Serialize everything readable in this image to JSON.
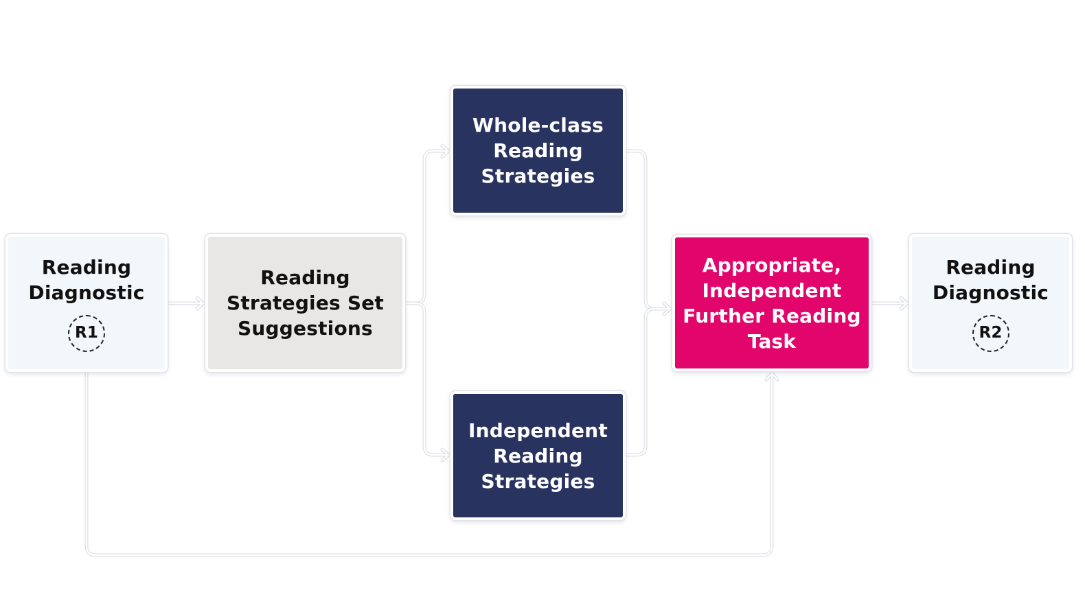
{
  "diagram": {
    "colors": {
      "connector": "#ffffff",
      "connector_outline": "#dcdfe6",
      "light_node": "#f2f7fb",
      "grey_node": "#e8e7e6",
      "navy_node": "#29335f",
      "pink_node": "#e2066c"
    },
    "nodes": {
      "diagnostic_start": {
        "label": "Reading\nDiagnostic",
        "badge": "R1"
      },
      "suggestions": {
        "label": "Reading\nStrategies Set\nSuggestions"
      },
      "whole_class": {
        "label": "Whole-class\nReading\nStrategies"
      },
      "independent": {
        "label": "Independent\nReading\nStrategies"
      },
      "further_task": {
        "label": "Appropriate,\nIndependent\nFurther Reading\nTask"
      },
      "diagnostic_end": {
        "label": "Reading\nDiagnostic",
        "badge": "R2"
      }
    },
    "edges": [
      {
        "from": "diagnostic_start",
        "to": "suggestions"
      },
      {
        "from": "suggestions",
        "to": "whole_class"
      },
      {
        "from": "suggestions",
        "to": "independent"
      },
      {
        "from": "whole_class",
        "to": "further_task"
      },
      {
        "from": "independent",
        "to": "further_task"
      },
      {
        "from": "diagnostic_start",
        "to": "further_task"
      },
      {
        "from": "further_task",
        "to": "diagnostic_end"
      }
    ]
  }
}
